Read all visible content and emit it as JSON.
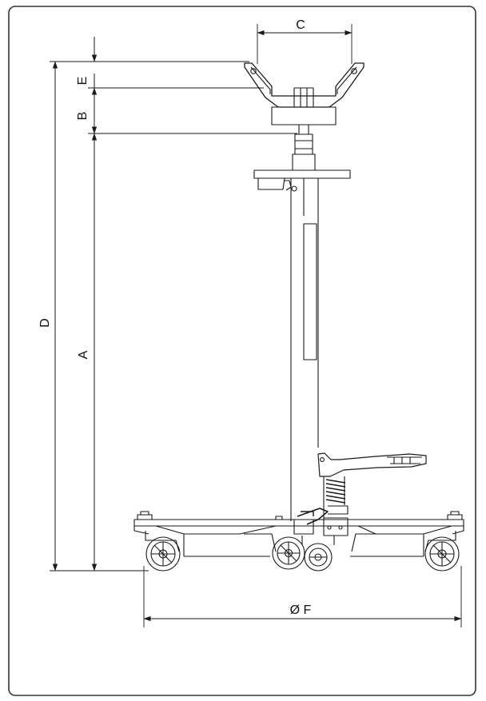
{
  "diagram": {
    "dimension_labels": {
      "A": "A",
      "B": "B",
      "C": "C",
      "D": "D",
      "E": "E",
      "F": "Ø F"
    },
    "colors": {
      "stroke": "#1a1a1a",
      "frame": "#333333",
      "background": "#ffffff"
    }
  }
}
